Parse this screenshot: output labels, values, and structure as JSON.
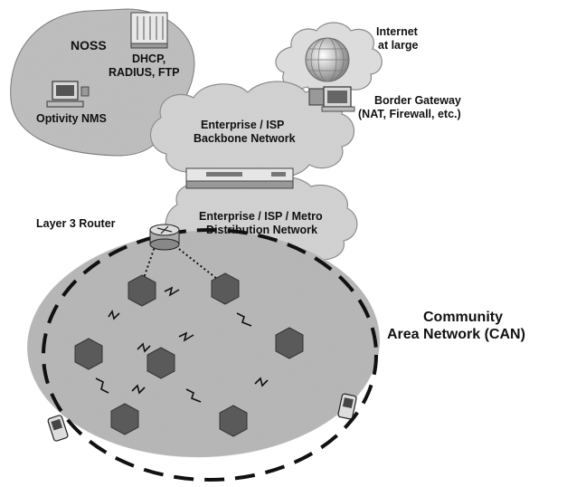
{
  "diagram": {
    "noss": {
      "title": "NOSS",
      "server_label_line1": "DHCP,",
      "server_label_line2": "RADIUS, FTP",
      "nms_label": "Optivity NMS"
    },
    "internet": {
      "line1": "Internet",
      "line2": "at large"
    },
    "border_gateway": {
      "line1": "Border Gateway",
      "line2": "(NAT, Firewall, etc.)"
    },
    "backbone": {
      "line1": "Enterprise / ISP",
      "line2": "Backbone Network"
    },
    "distribution": {
      "line1": "Enterprise / ISP / Metro",
      "line2": "Distribution Network"
    },
    "router_label": "Layer 3 Router",
    "can": {
      "line1": "Community",
      "line2": "Area Network (CAN)"
    },
    "icons": [
      "server-rack-icon",
      "workstation-icon",
      "globe-icon",
      "firewall-gateway-icon",
      "rack-router-icon",
      "layer3-router-icon",
      "mesh-node-icon",
      "wireless-link-icon",
      "pda-device-icon"
    ],
    "colors": {
      "noss_fill": "#bdbdbd",
      "cloud_fill": "#d2d2d2",
      "can_fill": "#b6b6b6",
      "node_fill": "#5a5a5a"
    }
  }
}
